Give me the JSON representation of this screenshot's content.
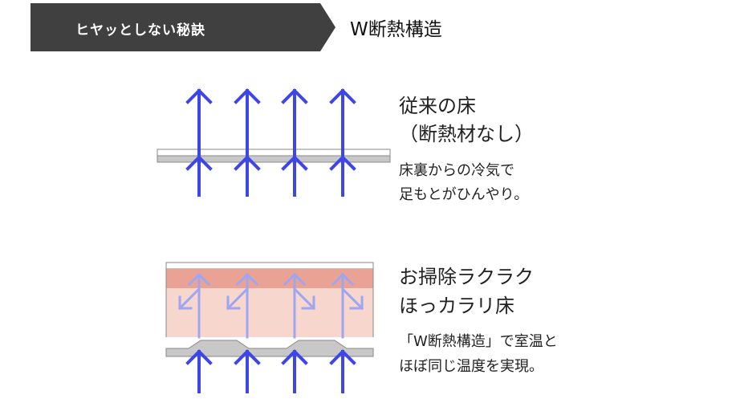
{
  "banner": {
    "label": "ヒヤッとしない秘訣"
  },
  "heading": "W断熱構造",
  "top_section": {
    "title_line1": "従来の床",
    "title_line2": "（断熱材なし）",
    "desc_line1": "床裏からの冷気で",
    "desc_line2": "足もとがひんやり。"
  },
  "bottom_section": {
    "title_line1": "お掃除ラクラク",
    "title_line2": "ほっカラリ床",
    "desc_line1": "「W断熱構造」で室温と",
    "desc_line2": "ほぼ同じ温度を実現。"
  },
  "colors": {
    "banner": "#404040",
    "arrow": "#3e46e6",
    "arrow_light": "#9ea6f2",
    "floor": "#c8c8c8",
    "insulation_top": "#eaa294",
    "insulation_body": "#f7d6ce"
  }
}
